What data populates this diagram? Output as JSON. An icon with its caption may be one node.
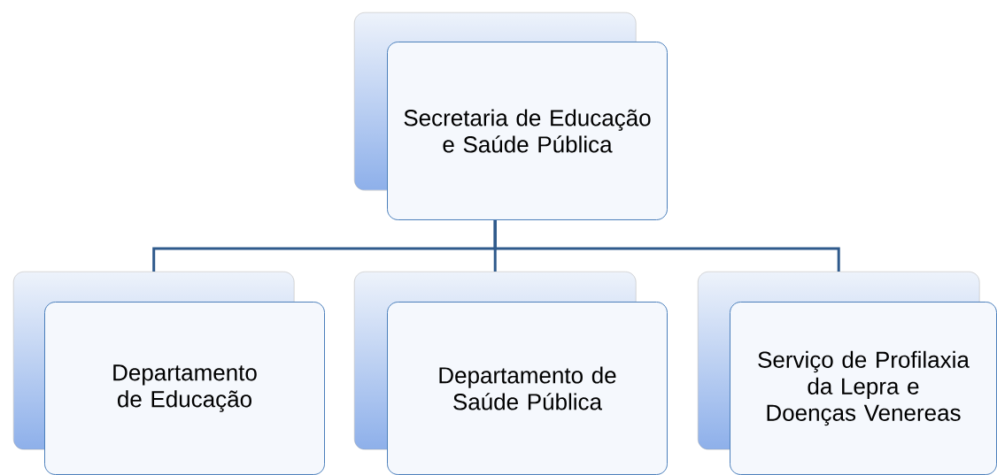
{
  "diagram": {
    "nodes": [
      {
        "text": [
          "Secretaria de Educação e Saúde Pública"
        ]
      },
      {
        "text": [
          "Departamento de Educação"
        ]
      },
      {
        "text": [
          "Departamento de Saúde Pública"
        ]
      },
      {
        "text": [
          "Serviço de Profilaxia da Lepra e Doenças Venereas"
        ]
      }
    ],
    "edges": [
      {
        "from": 0,
        "to": 1,
        "arrow": "none"
      },
      {
        "from": 0,
        "to": 2,
        "arrow": "none"
      },
      {
        "from": 0,
        "to": 3,
        "arrow": "none"
      }
    ]
  }
}
